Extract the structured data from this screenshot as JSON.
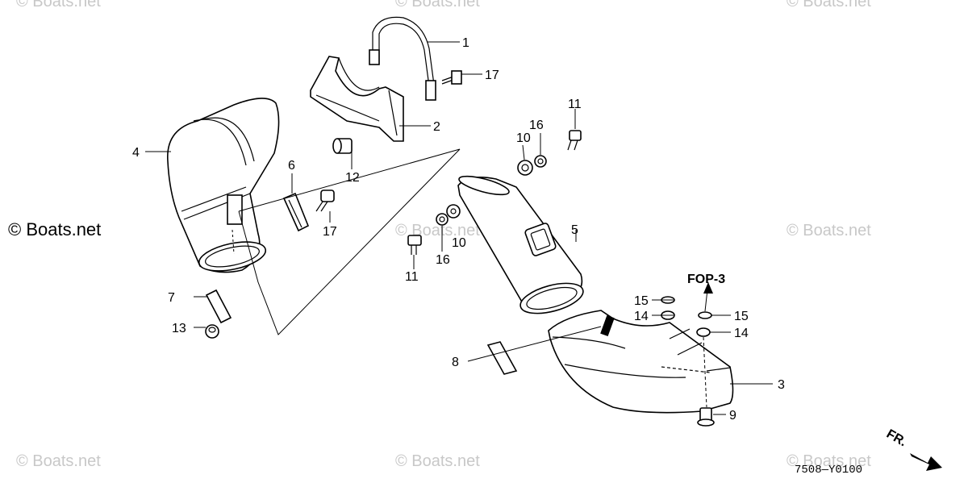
{
  "watermarks": {
    "text": "© Boats.net",
    "dark_text": "© Boats.net"
  },
  "labels": {
    "p1": "1",
    "p2": "2",
    "p3": "3",
    "p4": "4",
    "p5": "5",
    "p6": "6",
    "p7": "7",
    "p8": "8",
    "p9": "9",
    "p10a": "10",
    "p10b": "10",
    "p11a": "11",
    "p11b": "11",
    "p12": "12",
    "p13": "13",
    "p14a": "14",
    "p14b": "14",
    "p15a": "15",
    "p15b": "15",
    "p16a": "16",
    "p16b": "16",
    "p17a": "17",
    "p17b": "17"
  },
  "reference": {
    "fop": "FOP-3",
    "front": "FR."
  },
  "diagram_code": "7508—Y0100"
}
